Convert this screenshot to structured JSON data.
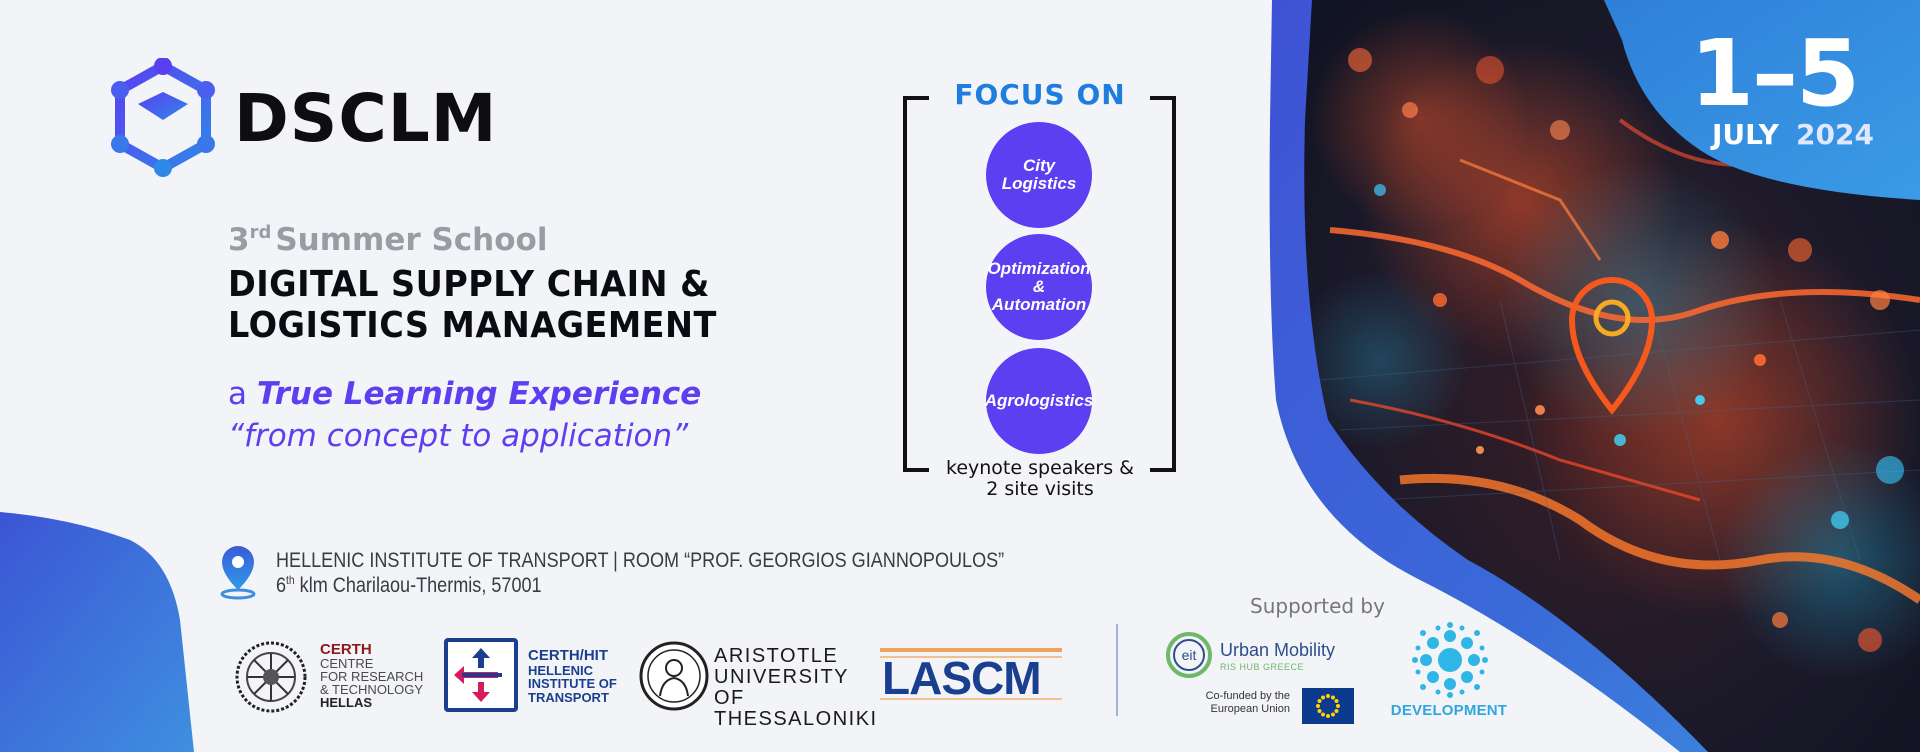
{
  "brand": {
    "name": "DSCLM"
  },
  "school": {
    "edition_number": "3",
    "edition_suffix": "rd",
    "edition_label": "Summer School",
    "title_line_1": "DIGITAL SUPPLY CHAIN &",
    "title_line_2": "LOGISTICS MANAGEMENT",
    "tagline_prefix": "a",
    "tagline_emphasis": "True Learning Experience",
    "tagline_quote": "“from concept to application”"
  },
  "focus": {
    "title": "FOCUS ON",
    "topics": [
      {
        "line1": "City",
        "line2": "Logistics",
        "line3": ""
      },
      {
        "line1": "Optimization",
        "line2": "&",
        "line3": "Automation"
      },
      {
        "line1": "Agrologistics",
        "line2": "",
        "line3": ""
      }
    ],
    "extra_line_1": "keynote speakers &",
    "extra_line_2": "2 site visits"
  },
  "dates": {
    "range": "1–5",
    "month": "JULY",
    "year": "2024"
  },
  "venue": {
    "line_1": "HELLENIC INSTITUTE OF TRANSPORT | ROOM “PROF. GEORGIOS GIANNOPOULOS”",
    "line_2_number": "6",
    "line_2_suffix": "th",
    "line_2_rest": " klm Charilaou-Thermis, 57001"
  },
  "partners": {
    "certh": {
      "line1": "CERTH",
      "line2": "CENTRE",
      "line3": "FOR RESEARCH",
      "line4": "& TECHNOLOGY",
      "line5": "HELLAS"
    },
    "hit": {
      "line1": "CERTH/HIT",
      "line2": "HELLENIC",
      "line3": "INSTITUTE OF",
      "line4": "TRANSPORT"
    },
    "auth": {
      "line1": "ARISTOTLE",
      "line2": "UNIVERSITY OF",
      "line3": "THESSALONIKI"
    },
    "lascm": {
      "label": "LASCM"
    }
  },
  "supporters": {
    "label": "Supported by",
    "eit": {
      "badge": "eit",
      "name": "Urban Mobility",
      "hub": "RIS HUB GREECE",
      "cofund_1": "Co-funded by the",
      "cofund_2": "European Union"
    },
    "development": {
      "label": "DEVELOPMENT"
    }
  },
  "colors": {
    "accent_purple": "#5b3ff0",
    "accent_blue": "#1f7de0",
    "frame_blue": "#3a5bd9"
  }
}
